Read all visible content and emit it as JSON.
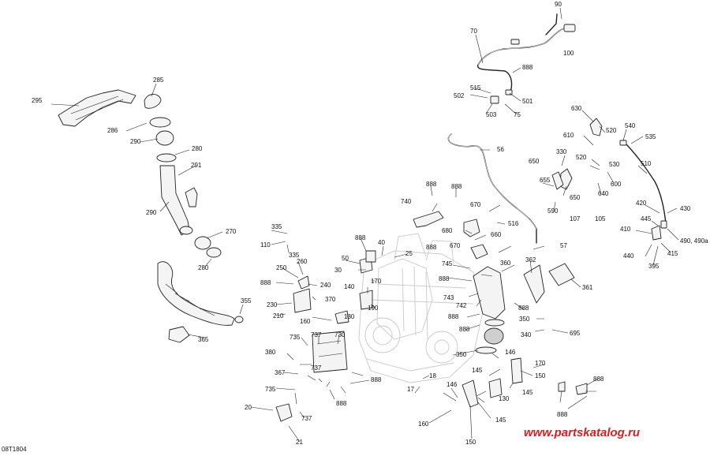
{
  "diagram": {
    "reference_code": "08T1804",
    "watermark": "www.partskatalog.ru",
    "callouts": [
      {
        "id": "c-90",
        "text": "90"
      },
      {
        "id": "c-70",
        "text": "70"
      },
      {
        "id": "c-100",
        "text": "100"
      },
      {
        "id": "c-888a",
        "text": "888"
      },
      {
        "id": "c-515",
        "text": "515"
      },
      {
        "id": "c-502",
        "text": "502"
      },
      {
        "id": "c-501",
        "text": "501"
      },
      {
        "id": "c-503",
        "text": "503"
      },
      {
        "id": "c-75",
        "text": "75"
      },
      {
        "id": "c-285",
        "text": "285"
      },
      {
        "id": "c-295",
        "text": "295"
      },
      {
        "id": "c-286",
        "text": "286"
      },
      {
        "id": "c-290a",
        "text": "290"
      },
      {
        "id": "c-280a",
        "text": "280"
      },
      {
        "id": "c-291",
        "text": "291"
      },
      {
        "id": "c-290b",
        "text": "290"
      },
      {
        "id": "c-270",
        "text": "270"
      },
      {
        "id": "c-280b",
        "text": "280"
      },
      {
        "id": "c-355",
        "text": "355"
      },
      {
        "id": "c-365",
        "text": "365"
      },
      {
        "id": "c-630",
        "text": "630"
      },
      {
        "id": "c-520a",
        "text": "520"
      },
      {
        "id": "c-540",
        "text": "540"
      },
      {
        "id": "c-535",
        "text": "535"
      },
      {
        "id": "c-610",
        "text": "610"
      },
      {
        "id": "c-520b",
        "text": "520"
      },
      {
        "id": "c-530",
        "text": "530"
      },
      {
        "id": "c-510",
        "text": "510"
      },
      {
        "id": "c-56",
        "text": "56"
      },
      {
        "id": "c-330",
        "text": "330"
      },
      {
        "id": "c-650a",
        "text": "650"
      },
      {
        "id": "c-655",
        "text": "655"
      },
      {
        "id": "c-600",
        "text": "600"
      },
      {
        "id": "c-640",
        "text": "640"
      },
      {
        "id": "c-650b",
        "text": "650"
      },
      {
        "id": "c-590",
        "text": "590"
      },
      {
        "id": "c-107",
        "text": "107"
      },
      {
        "id": "c-105",
        "text": "105"
      },
      {
        "id": "c-420",
        "text": "420"
      },
      {
        "id": "c-430",
        "text": "430"
      },
      {
        "id": "c-445",
        "text": "445"
      },
      {
        "id": "c-410",
        "text": "410"
      },
      {
        "id": "c-490",
        "text": "490, 490a"
      },
      {
        "id": "c-440",
        "text": "440"
      },
      {
        "id": "c-415",
        "text": "415"
      },
      {
        "id": "c-395",
        "text": "395"
      },
      {
        "id": "c-888b",
        "text": "888"
      },
      {
        "id": "c-888c",
        "text": "888"
      },
      {
        "id": "c-740",
        "text": "740"
      },
      {
        "id": "c-670a",
        "text": "670"
      },
      {
        "id": "c-516",
        "text": "516"
      },
      {
        "id": "c-680",
        "text": "680"
      },
      {
        "id": "c-660",
        "text": "660"
      },
      {
        "id": "c-670b",
        "text": "670"
      },
      {
        "id": "c-888d",
        "text": "888"
      },
      {
        "id": "c-57",
        "text": "57"
      },
      {
        "id": "c-335a",
        "text": "335"
      },
      {
        "id": "c-110",
        "text": "110"
      },
      {
        "id": "c-335b",
        "text": "335"
      },
      {
        "id": "c-888e",
        "text": "888"
      },
      {
        "id": "c-40",
        "text": "40"
      },
      {
        "id": "c-25",
        "text": "25"
      },
      {
        "id": "c-745",
        "text": "745"
      },
      {
        "id": "c-360",
        "text": "360"
      },
      {
        "id": "c-362",
        "text": "362"
      },
      {
        "id": "c-250",
        "text": "250"
      },
      {
        "id": "c-260",
        "text": "260"
      },
      {
        "id": "c-50",
        "text": "50"
      },
      {
        "id": "c-30",
        "text": "30"
      },
      {
        "id": "c-888f",
        "text": "888"
      },
      {
        "id": "c-240",
        "text": "240"
      },
      {
        "id": "c-170",
        "text": "170"
      },
      {
        "id": "c-140",
        "text": "140"
      },
      {
        "id": "c-888g",
        "text": "888"
      },
      {
        "id": "c-361",
        "text": "361"
      },
      {
        "id": "c-743",
        "text": "743"
      },
      {
        "id": "c-742",
        "text": "742"
      },
      {
        "id": "c-888h",
        "text": "888"
      },
      {
        "id": "c-230",
        "text": "230"
      },
      {
        "id": "c-370",
        "text": "370"
      },
      {
        "id": "c-190",
        "text": "190"
      },
      {
        "id": "c-210",
        "text": "210"
      },
      {
        "id": "c-130a",
        "text": "130"
      },
      {
        "id": "c-160a",
        "text": "160"
      },
      {
        "id": "c-888i",
        "text": "888"
      },
      {
        "id": "c-350a",
        "text": "350"
      },
      {
        "id": "c-888j",
        "text": "888"
      },
      {
        "id": "c-695",
        "text": "695"
      },
      {
        "id": "c-340",
        "text": "340"
      },
      {
        "id": "c-735a",
        "text": "735"
      },
      {
        "id": "c-737a",
        "text": "737"
      },
      {
        "id": "c-730",
        "text": "730"
      },
      {
        "id": "c-350b",
        "text": "350"
      },
      {
        "id": "c-146a",
        "text": "146"
      },
      {
        "id": "c-380",
        "text": "380"
      },
      {
        "id": "c-170b",
        "text": "170"
      },
      {
        "id": "c-367",
        "text": "367"
      },
      {
        "id": "c-737b",
        "text": "737"
      },
      {
        "id": "c-888k",
        "text": "888"
      },
      {
        "id": "c-145a",
        "text": "145"
      },
      {
        "id": "c-150a",
        "text": "150"
      },
      {
        "id": "c-18",
        "text": "18"
      },
      {
        "id": "c-17",
        "text": "17"
      },
      {
        "id": "c-888l",
        "text": "888"
      },
      {
        "id": "c-146b",
        "text": "146"
      },
      {
        "id": "c-145b",
        "text": "145"
      },
      {
        "id": "c-735b",
        "text": "735"
      },
      {
        "id": "c-888m",
        "text": "888"
      },
      {
        "id": "c-130b",
        "text": "130"
      },
      {
        "id": "c-20",
        "text": "20"
      },
      {
        "id": "c-737c",
        "text": "737"
      },
      {
        "id": "c-888n",
        "text": "888"
      },
      {
        "id": "c-145c",
        "text": "145"
      },
      {
        "id": "c-160b",
        "text": "160"
      },
      {
        "id": "c-150b",
        "text": "150"
      },
      {
        "id": "c-21",
        "text": "21"
      }
    ]
  }
}
